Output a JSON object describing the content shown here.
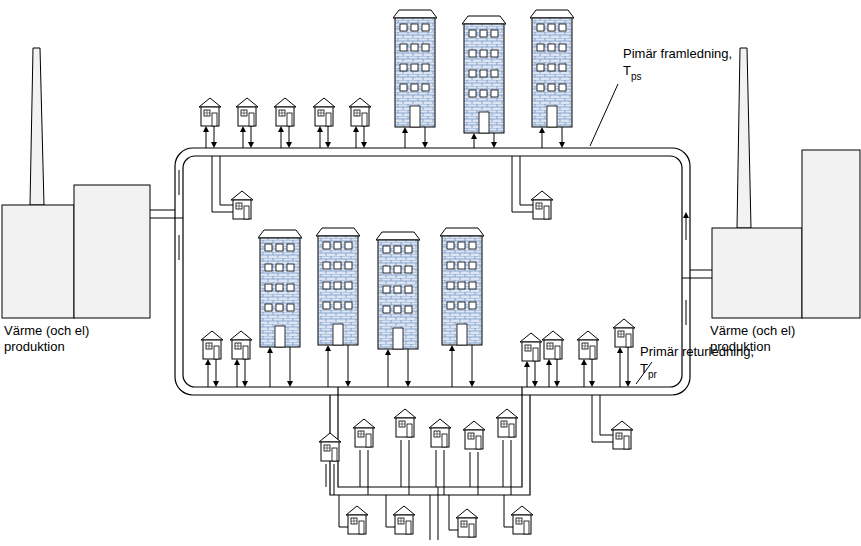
{
  "diagram": {
    "labels": [
      "Pimär framledning,",
      "T",
      "ps",
      "Primär returledning,",
      "T",
      "pr",
      "Värme (och el) produktion",
      "Värme (och el) produktion"
    ]
  }
}
